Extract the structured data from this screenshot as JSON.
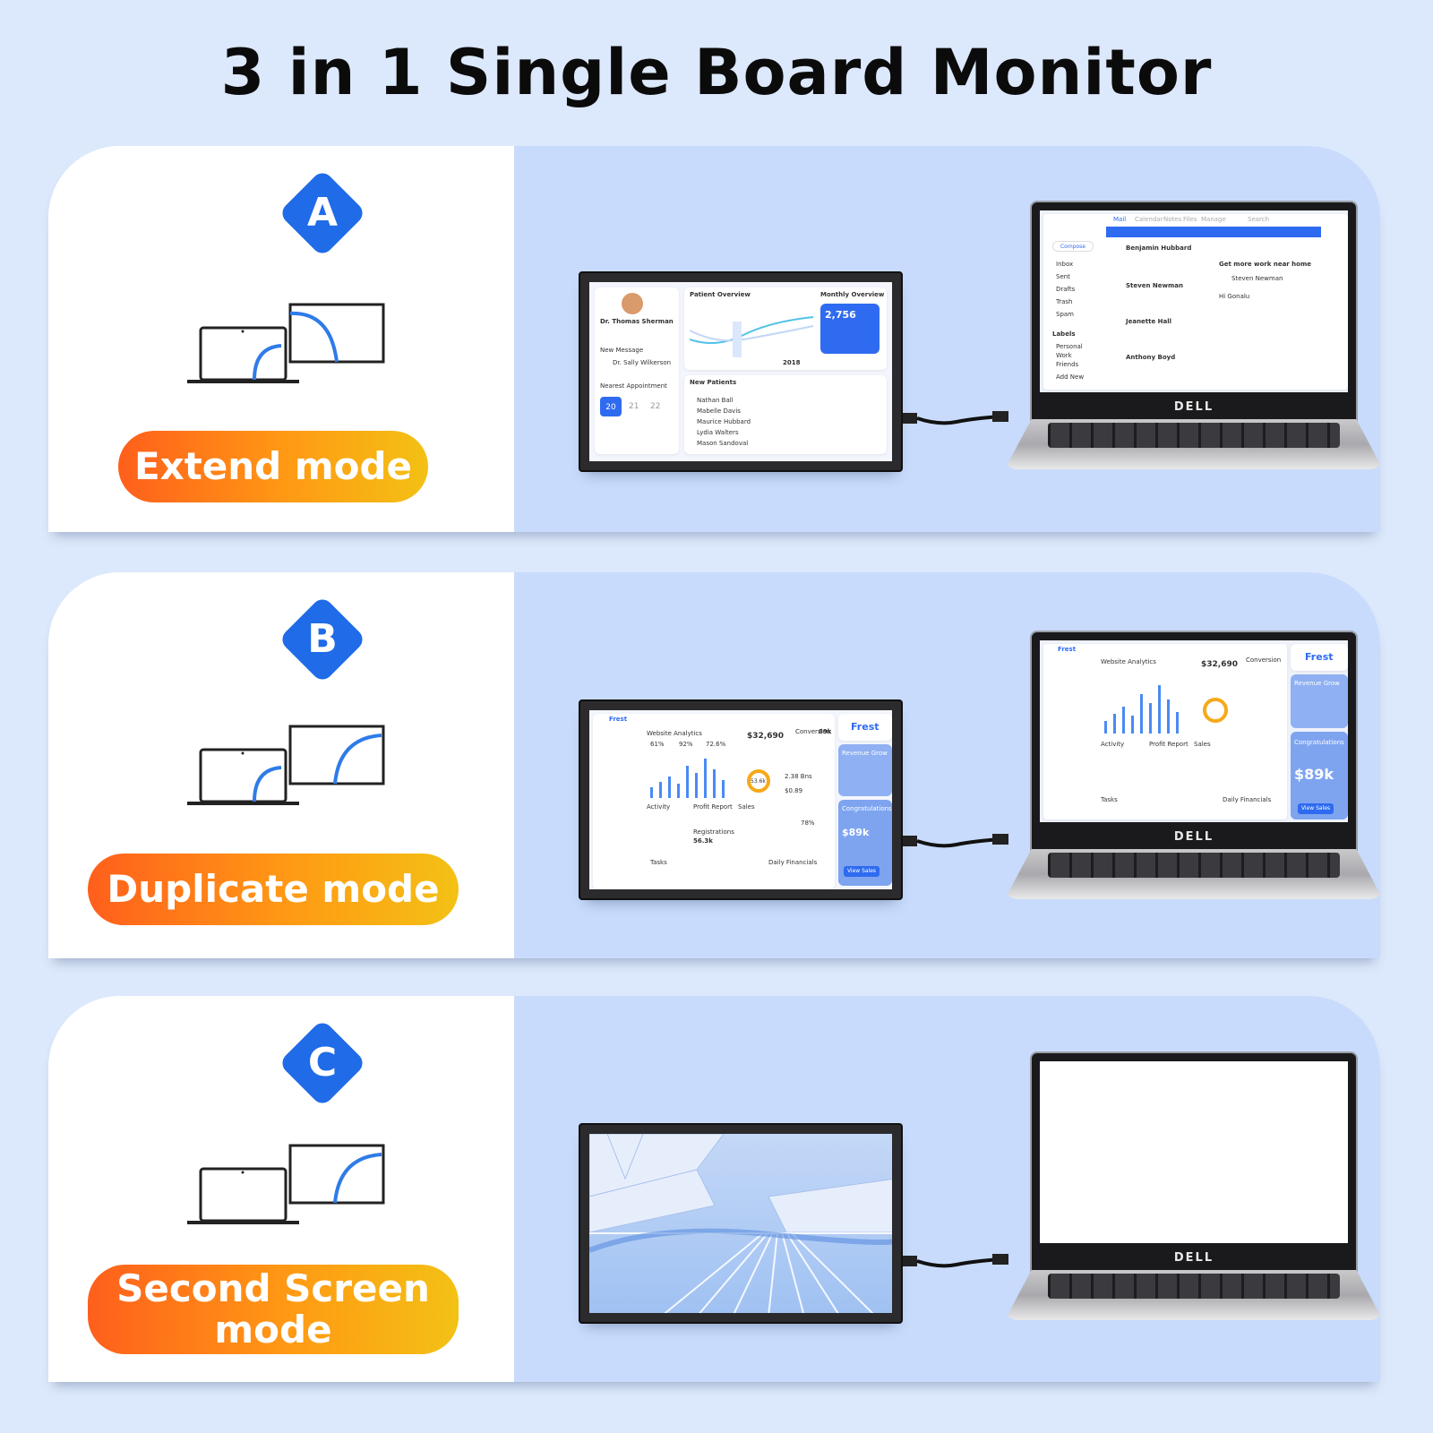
{
  "title": "3 in 1 Single Board Monitor",
  "panels": [
    {
      "letter": "A",
      "mode": "Extend mode",
      "laptop": {
        "brand": "DELL",
        "mail": {
          "tabs": [
            "Mail",
            "Calendar",
            "Notes",
            "Files",
            "Manage"
          ],
          "search": "Search",
          "compose": "Compose",
          "folders": [
            "Inbox",
            "Sent",
            "Drafts",
            "Trash",
            "Spam"
          ],
          "labels_title": "Labels",
          "labels": [
            "Personal",
            "Work",
            "Friends"
          ],
          "add_new": "Add New",
          "senders": [
            "Benjamin Hubbard",
            "Steven Newman",
            "Jeanette Hall",
            "Anthony Boyd"
          ],
          "subject": "Get more work near home",
          "from": "Steven Newman",
          "greeting": "Hi Gonalu"
        }
      },
      "monitor": {
        "doctor": "Dr. Thomas Sherman",
        "chat_title": "New Message",
        "chat_name": "Dr. Sally Wilkerson",
        "appointment": "Nearest Appointment",
        "days": [
          "20",
          "21",
          "22"
        ],
        "overview": "Patient Overview",
        "monthly": "Monthly Overview",
        "big_number": "2,756",
        "new_patients": "New Patients",
        "year": "2018",
        "patients": [
          "Nathan Ball",
          "Mabelle Davis",
          "Maurice Hubbard",
          "Lydia Walters",
          "Mason Sandoval"
        ]
      }
    },
    {
      "letter": "B",
      "mode": "Duplicate mode",
      "dashboard": {
        "brand": "Frest",
        "analytics": "Website Analytics",
        "stats": [
          "61%",
          "92%",
          "72.6%"
        ],
        "amount": "$32,690",
        "conversion": "Conversion",
        "conv_value": "89k",
        "ring": "53.6k",
        "small_vals": [
          "2.38 Bns",
          "$0.89"
        ],
        "activity": "Activity",
        "profit": "Profit Report",
        "sales": "Sales",
        "registrations": "Registrations",
        "reg_value": "56.3k",
        "percent": "78%",
        "tasks": "Tasks",
        "financials": "Daily Financials",
        "revenue": "Revenue Grow",
        "congrats": "Congratulations",
        "big_money": "$89k",
        "view_sales": "View Sales"
      },
      "laptop_brand": "DELL"
    },
    {
      "letter": "C",
      "mode_line1": "Second Screen",
      "mode_line2": "mode",
      "laptop_brand": "DELL"
    }
  ],
  "colors": {
    "accent": "#1f6be8",
    "pill_start": "#ff5f1c",
    "pill_end": "#f3c114",
    "panel_right": "#c8dbfc",
    "background": "#dce8fb"
  },
  "icons": [
    "laptop-icon",
    "monitor-icon",
    "diamond-badge"
  ]
}
